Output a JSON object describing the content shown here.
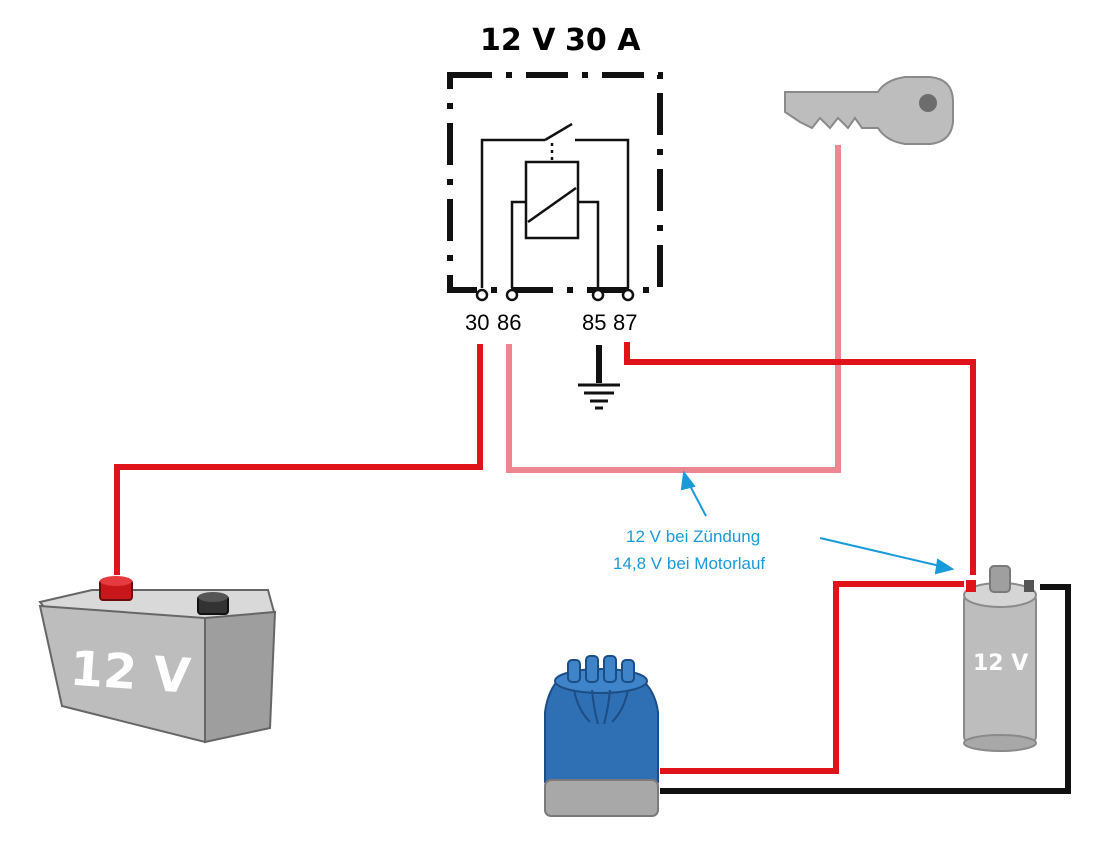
{
  "relay": {
    "title_voltage": "12 V",
    "title_current": "30 A",
    "pins": {
      "p30": "30",
      "p86": "86",
      "p85": "85",
      "p87": "87"
    }
  },
  "battery": {
    "label": "12 V"
  },
  "coil": {
    "label": "12 V"
  },
  "annotation": {
    "line1": "12 V bei Zündung",
    "line2": "14,8 V bei Motorlauf"
  },
  "colors": {
    "red_wire": "#e0131a",
    "pink_wire": "#ec8791",
    "black_wire": "#111111",
    "annotation": "#1a9ad8",
    "battery_body": "#b9b9b9",
    "distributor_cap": "#2f6fb3"
  },
  "icons": [
    "relay-symbol",
    "key-icon",
    "ground-icon",
    "battery-icon",
    "ignition-coil-icon",
    "distributor-cap-icon"
  ]
}
